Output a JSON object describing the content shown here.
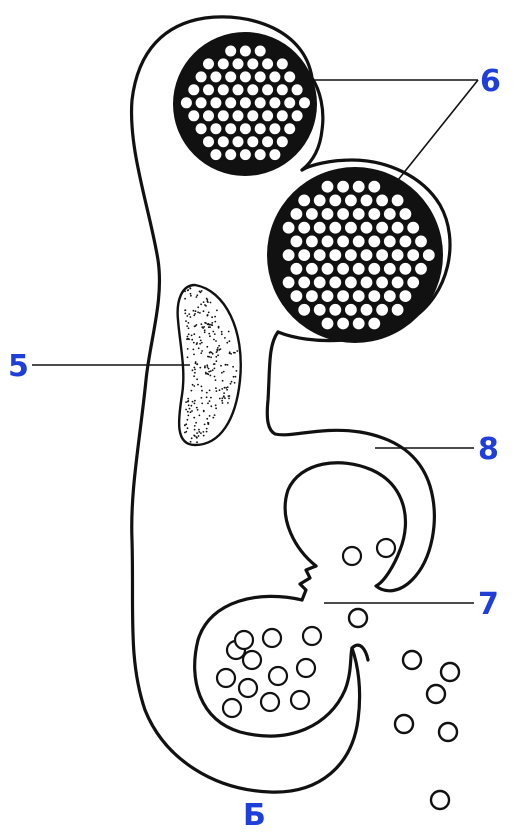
{
  "figure": {
    "panel_letter": "Б",
    "labels": [
      {
        "id": "label-5",
        "text": "5"
      },
      {
        "id": "label-6",
        "text": "6"
      },
      {
        "id": "label-7",
        "text": "7"
      },
      {
        "id": "label-8",
        "text": "8"
      }
    ]
  },
  "colors": {
    "label": "#1f3fd8",
    "ink": "#111111",
    "background": "#ffffff"
  }
}
